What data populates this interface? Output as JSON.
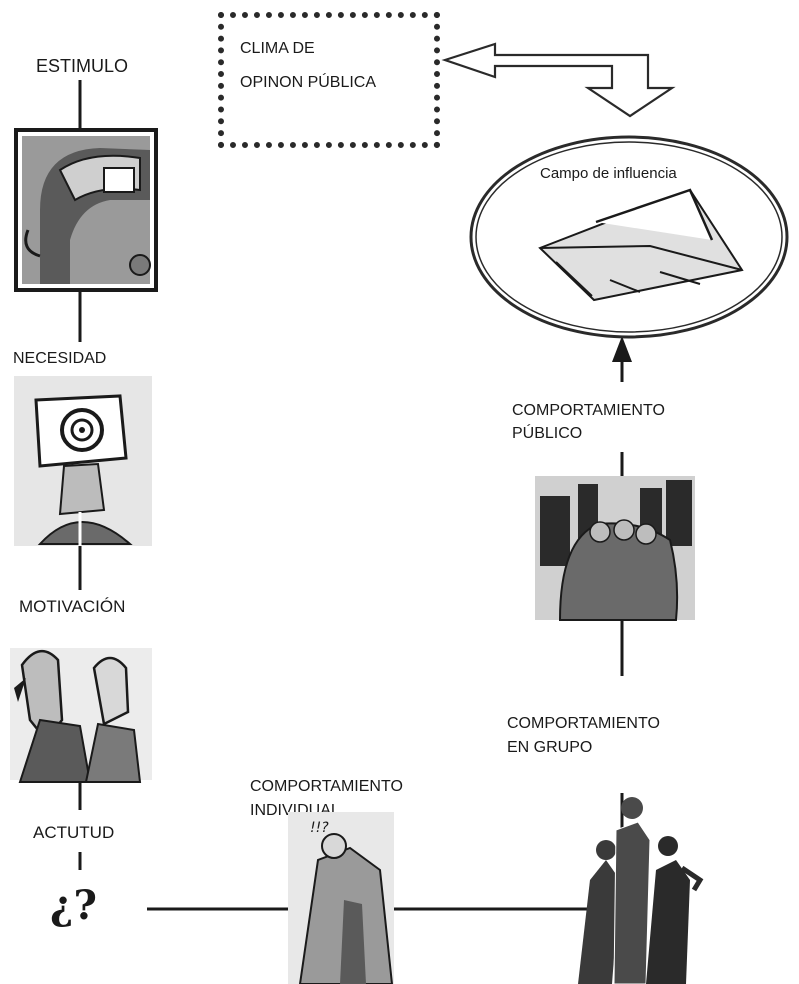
{
  "left_column": {
    "stimulus": "ESTIMULO",
    "need": "NECESIDAD",
    "motivation": "MOTIVACIÓN",
    "attitude": "ACTUTUD",
    "question": "¿?"
  },
  "climate_box": {
    "line1": "CLIMA DE",
    "line2": "OPINON PÚBLICA"
  },
  "influence": {
    "label": "Campo de influencia"
  },
  "right_column": {
    "public_line1": "COMPORTAMIENTO",
    "public_line2": "PÚBLICO",
    "group_line1": "COMPORTAMIENTO",
    "group_line2": "EN GRUPO"
  },
  "bottom": {
    "individual_line1": "COMPORTAMIENTO",
    "individual_line2": "INDIVIDUAL"
  },
  "icons": {
    "phone": "telephone-clipart-icon",
    "stressed": "target-head-clipart-icon",
    "arguing": "arguing-people-clipart-icon",
    "mail": "envelope-clipart-icon",
    "crowd": "city-crowd-clipart-icon",
    "individual": "confused-person-clipart-icon",
    "group": "group-people-clipart-icon"
  }
}
